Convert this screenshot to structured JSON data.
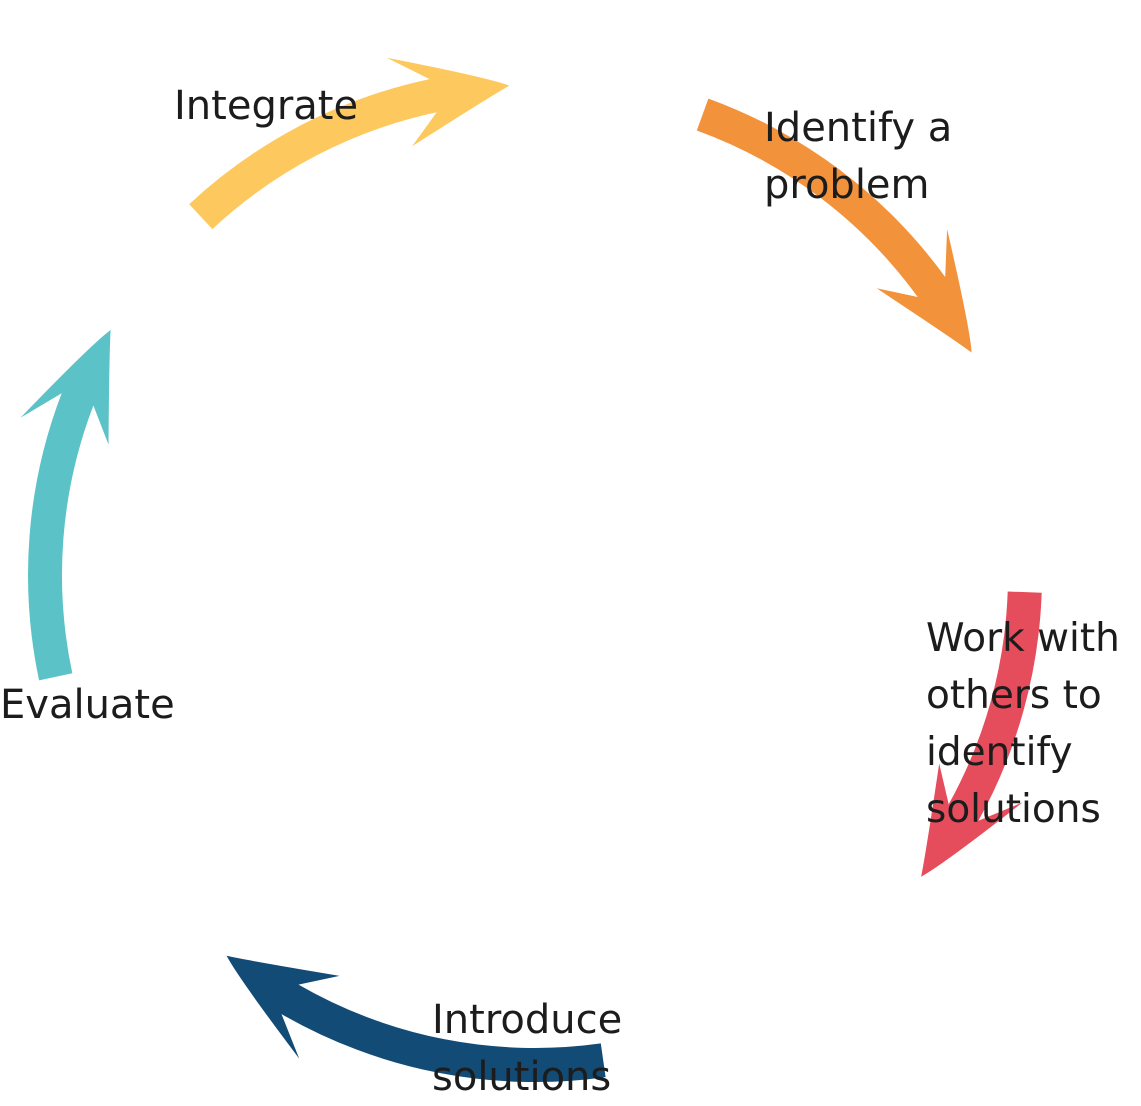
{
  "steps": [
    {
      "id": "integrate",
      "lines": [
        "Integrate"
      ]
    },
    {
      "id": "identify",
      "lines": [
        "Identify a",
        "problem"
      ]
    },
    {
      "id": "work",
      "lines": [
        "Work with",
        "others to",
        "identify",
        "solutions"
      ]
    },
    {
      "id": "introduce",
      "lines": [
        "Introduce",
        "solutions"
      ]
    },
    {
      "id": "evaluate",
      "lines": [
        "Evaluate"
      ]
    }
  ],
  "arrows": [
    {
      "name": "integrate-to-identify-arrow",
      "color": "#5bc2c7"
    },
    {
      "name": "identify-to-work-arrow",
      "color": "#fdc95e"
    },
    {
      "name": "work-to-introduce-arrow",
      "color": "#f2923a"
    },
    {
      "name": "introduce-to-evaluate-arrow",
      "color": "#e54d5c"
    },
    {
      "name": "evaluate-to-integrate-arrow",
      "color": "#134b77"
    }
  ]
}
